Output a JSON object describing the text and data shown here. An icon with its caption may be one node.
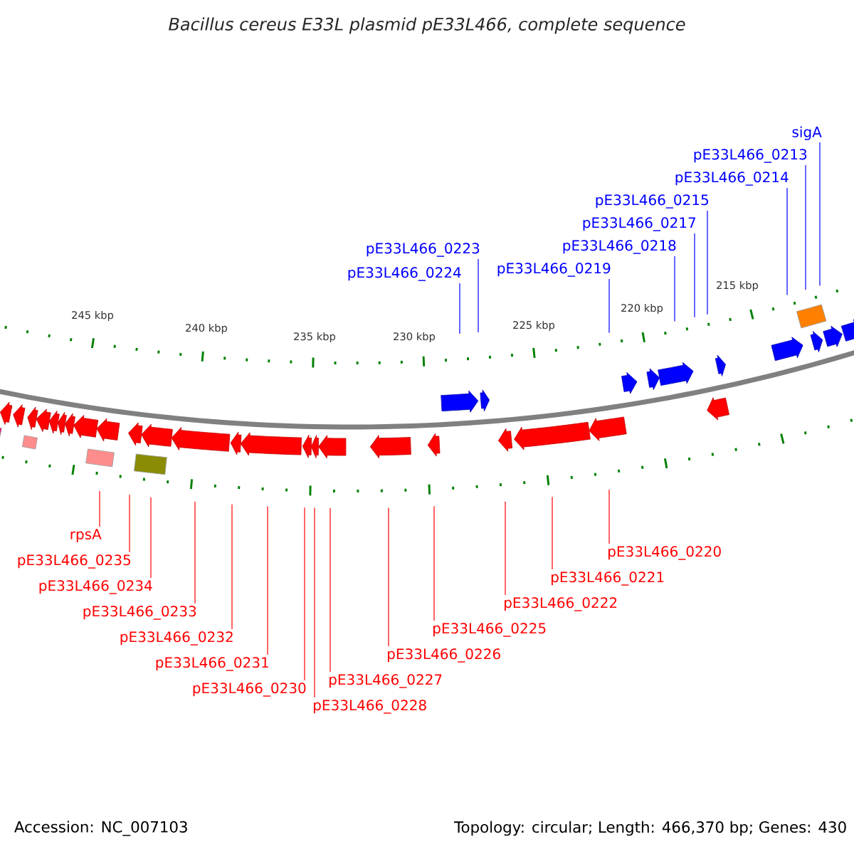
{
  "diagram": {
    "title": "Bacillus cereus E33L plasmid pE33L466, complete sequence",
    "nodes": [
      {
        "text": [
          "sigA"
        ]
      },
      {
        "text": [
          "pE33L466_0213"
        ]
      },
      {
        "text": [
          "pE33L466_0214"
        ]
      },
      {
        "text": [
          "pE33L466_0215"
        ]
      },
      {
        "text": [
          "pE33L466_0217"
        ]
      },
      {
        "text": [
          "pE33L466_0218"
        ]
      },
      {
        "text": [
          "pE33L466_0219"
        ]
      },
      {
        "text": [
          "pE33L466_0223"
        ]
      },
      {
        "text": [
          "pE33L466_0224"
        ]
      },
      {
        "text": [
          "rpsA"
        ]
      },
      {
        "text": [
          "pE33L466_0220"
        ]
      },
      {
        "text": [
          "pE33L466_0235"
        ]
      },
      {
        "text": [
          "pE33L466_0221"
        ]
      },
      {
        "text": [
          "pE33L466_0234"
        ]
      },
      {
        "text": [
          "pE33L466_0222"
        ]
      },
      {
        "text": [
          "pE33L466_0233"
        ]
      },
      {
        "text": [
          "pE33L466_0225"
        ]
      },
      {
        "text": [
          "pE33L466_0232"
        ]
      },
      {
        "text": [
          "pE33L466_0226"
        ]
      },
      {
        "text": [
          "pE33L466_0231"
        ]
      },
      {
        "text": [
          "pE33L466_0227"
        ]
      },
      {
        "text": [
          "pE33L466_0230"
        ]
      },
      {
        "text": [
          "pE33L466_0228"
        ]
      }
    ],
    "edges": [
      {
        "from": 0,
        "to": null,
        "arrow": "none",
        "color": "#0000ff"
      },
      {
        "from": 1,
        "to": null,
        "arrow": "none",
        "color": "#0000ff"
      },
      {
        "from": 2,
        "to": null,
        "arrow": "none",
        "color": "#0000ff"
      },
      {
        "from": 3,
        "to": null,
        "arrow": "none",
        "color": "#0000ff"
      },
      {
        "from": 4,
        "to": null,
        "arrow": "none",
        "color": "#0000ff"
      },
      {
        "from": 5,
        "to": null,
        "arrow": "none",
        "color": "#0000ff"
      },
      {
        "from": 6,
        "to": null,
        "arrow": "none",
        "color": "#0000ff"
      },
      {
        "from": 7,
        "to": null,
        "arrow": "none",
        "color": "#0000ff"
      },
      {
        "from": 8,
        "to": null,
        "arrow": "none",
        "color": "#0000ff"
      },
      {
        "from": 9,
        "to": null,
        "arrow": "none"
      },
      {
        "from": 10,
        "to": null,
        "arrow": "none"
      },
      {
        "from": 11,
        "to": null,
        "arrow": "none"
      },
      {
        "from": 12,
        "to": null,
        "arrow": "none"
      },
      {
        "from": 13,
        "to": null,
        "arrow": "none"
      },
      {
        "from": 14,
        "to": null,
        "arrow": "none"
      },
      {
        "from": 15,
        "to": null,
        "arrow": "none"
      },
      {
        "from": 16,
        "to": null,
        "arrow": "none"
      },
      {
        "from": 17,
        "to": null,
        "arrow": "none"
      },
      {
        "from": 18,
        "to": null,
        "arrow": "none"
      },
      {
        "from": 19,
        "to": null,
        "arrow": "none"
      },
      {
        "from": 20,
        "to": null,
        "arrow": "none"
      },
      {
        "from": 21,
        "to": null,
        "arrow": "none"
      },
      {
        "from": 22,
        "to": null,
        "arrow": "none"
      }
    ],
    "labels": [
      "245 kbp",
      "240 kbp",
      "235 kbp",
      "230 kbp",
      "225 kbp",
      "220 kbp",
      "215 kbp",
      "Accession: NC_007103",
      "Topology: circular; Length: 466,370 bp; Genes: 430"
    ]
  }
}
